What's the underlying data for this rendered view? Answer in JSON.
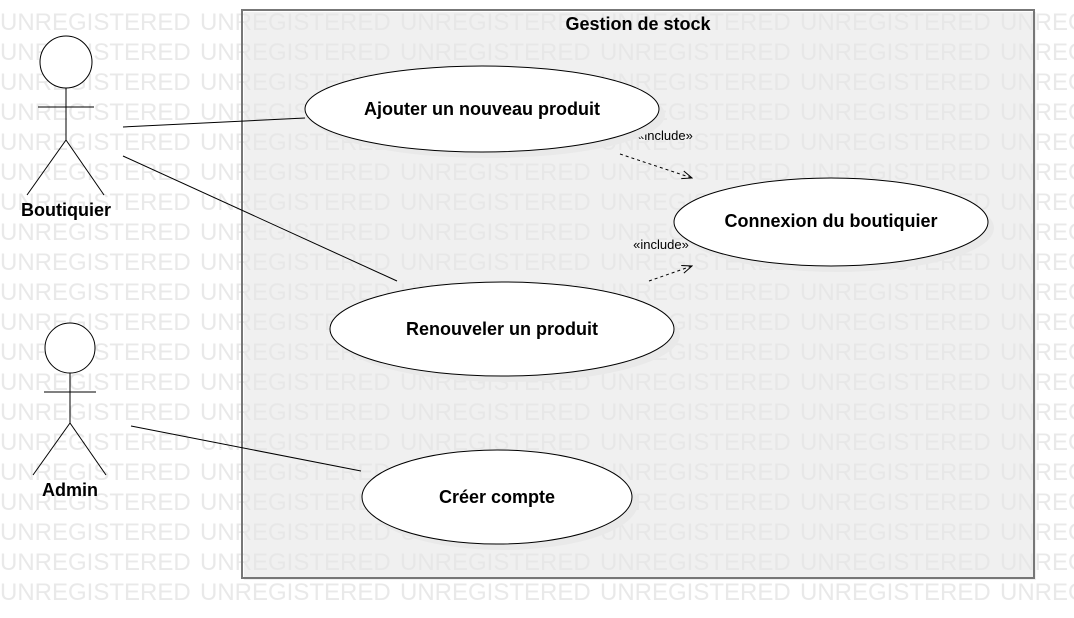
{
  "watermark": "UNREGISTERED",
  "system": {
    "title": "Gestion de stock"
  },
  "actors": [
    {
      "id": "boutiquier",
      "label": "Boutiquier"
    },
    {
      "id": "admin",
      "label": "Admin"
    }
  ],
  "use_cases": [
    {
      "id": "ajouter",
      "label": "Ajouter  un nouveau produit"
    },
    {
      "id": "connexion",
      "label": "Connexion du boutiquier"
    },
    {
      "id": "renouveler",
      "label": "Renouveler  un produit"
    },
    {
      "id": "creer",
      "label": "Créer compte"
    }
  ],
  "includes": [
    {
      "from": "ajouter",
      "to": "connexion",
      "label": "«include»"
    },
    {
      "from": "renouveler",
      "to": "connexion",
      "label": "«include»"
    }
  ],
  "associations": [
    {
      "from": "boutiquier",
      "to": "ajouter"
    },
    {
      "from": "boutiquier",
      "to": "renouveler"
    },
    {
      "from": "admin",
      "to": "creer"
    }
  ],
  "colors": {
    "line": "#000000",
    "border": "#777777",
    "watermark": "#e9e9e9",
    "shadow": "#ececec"
  }
}
